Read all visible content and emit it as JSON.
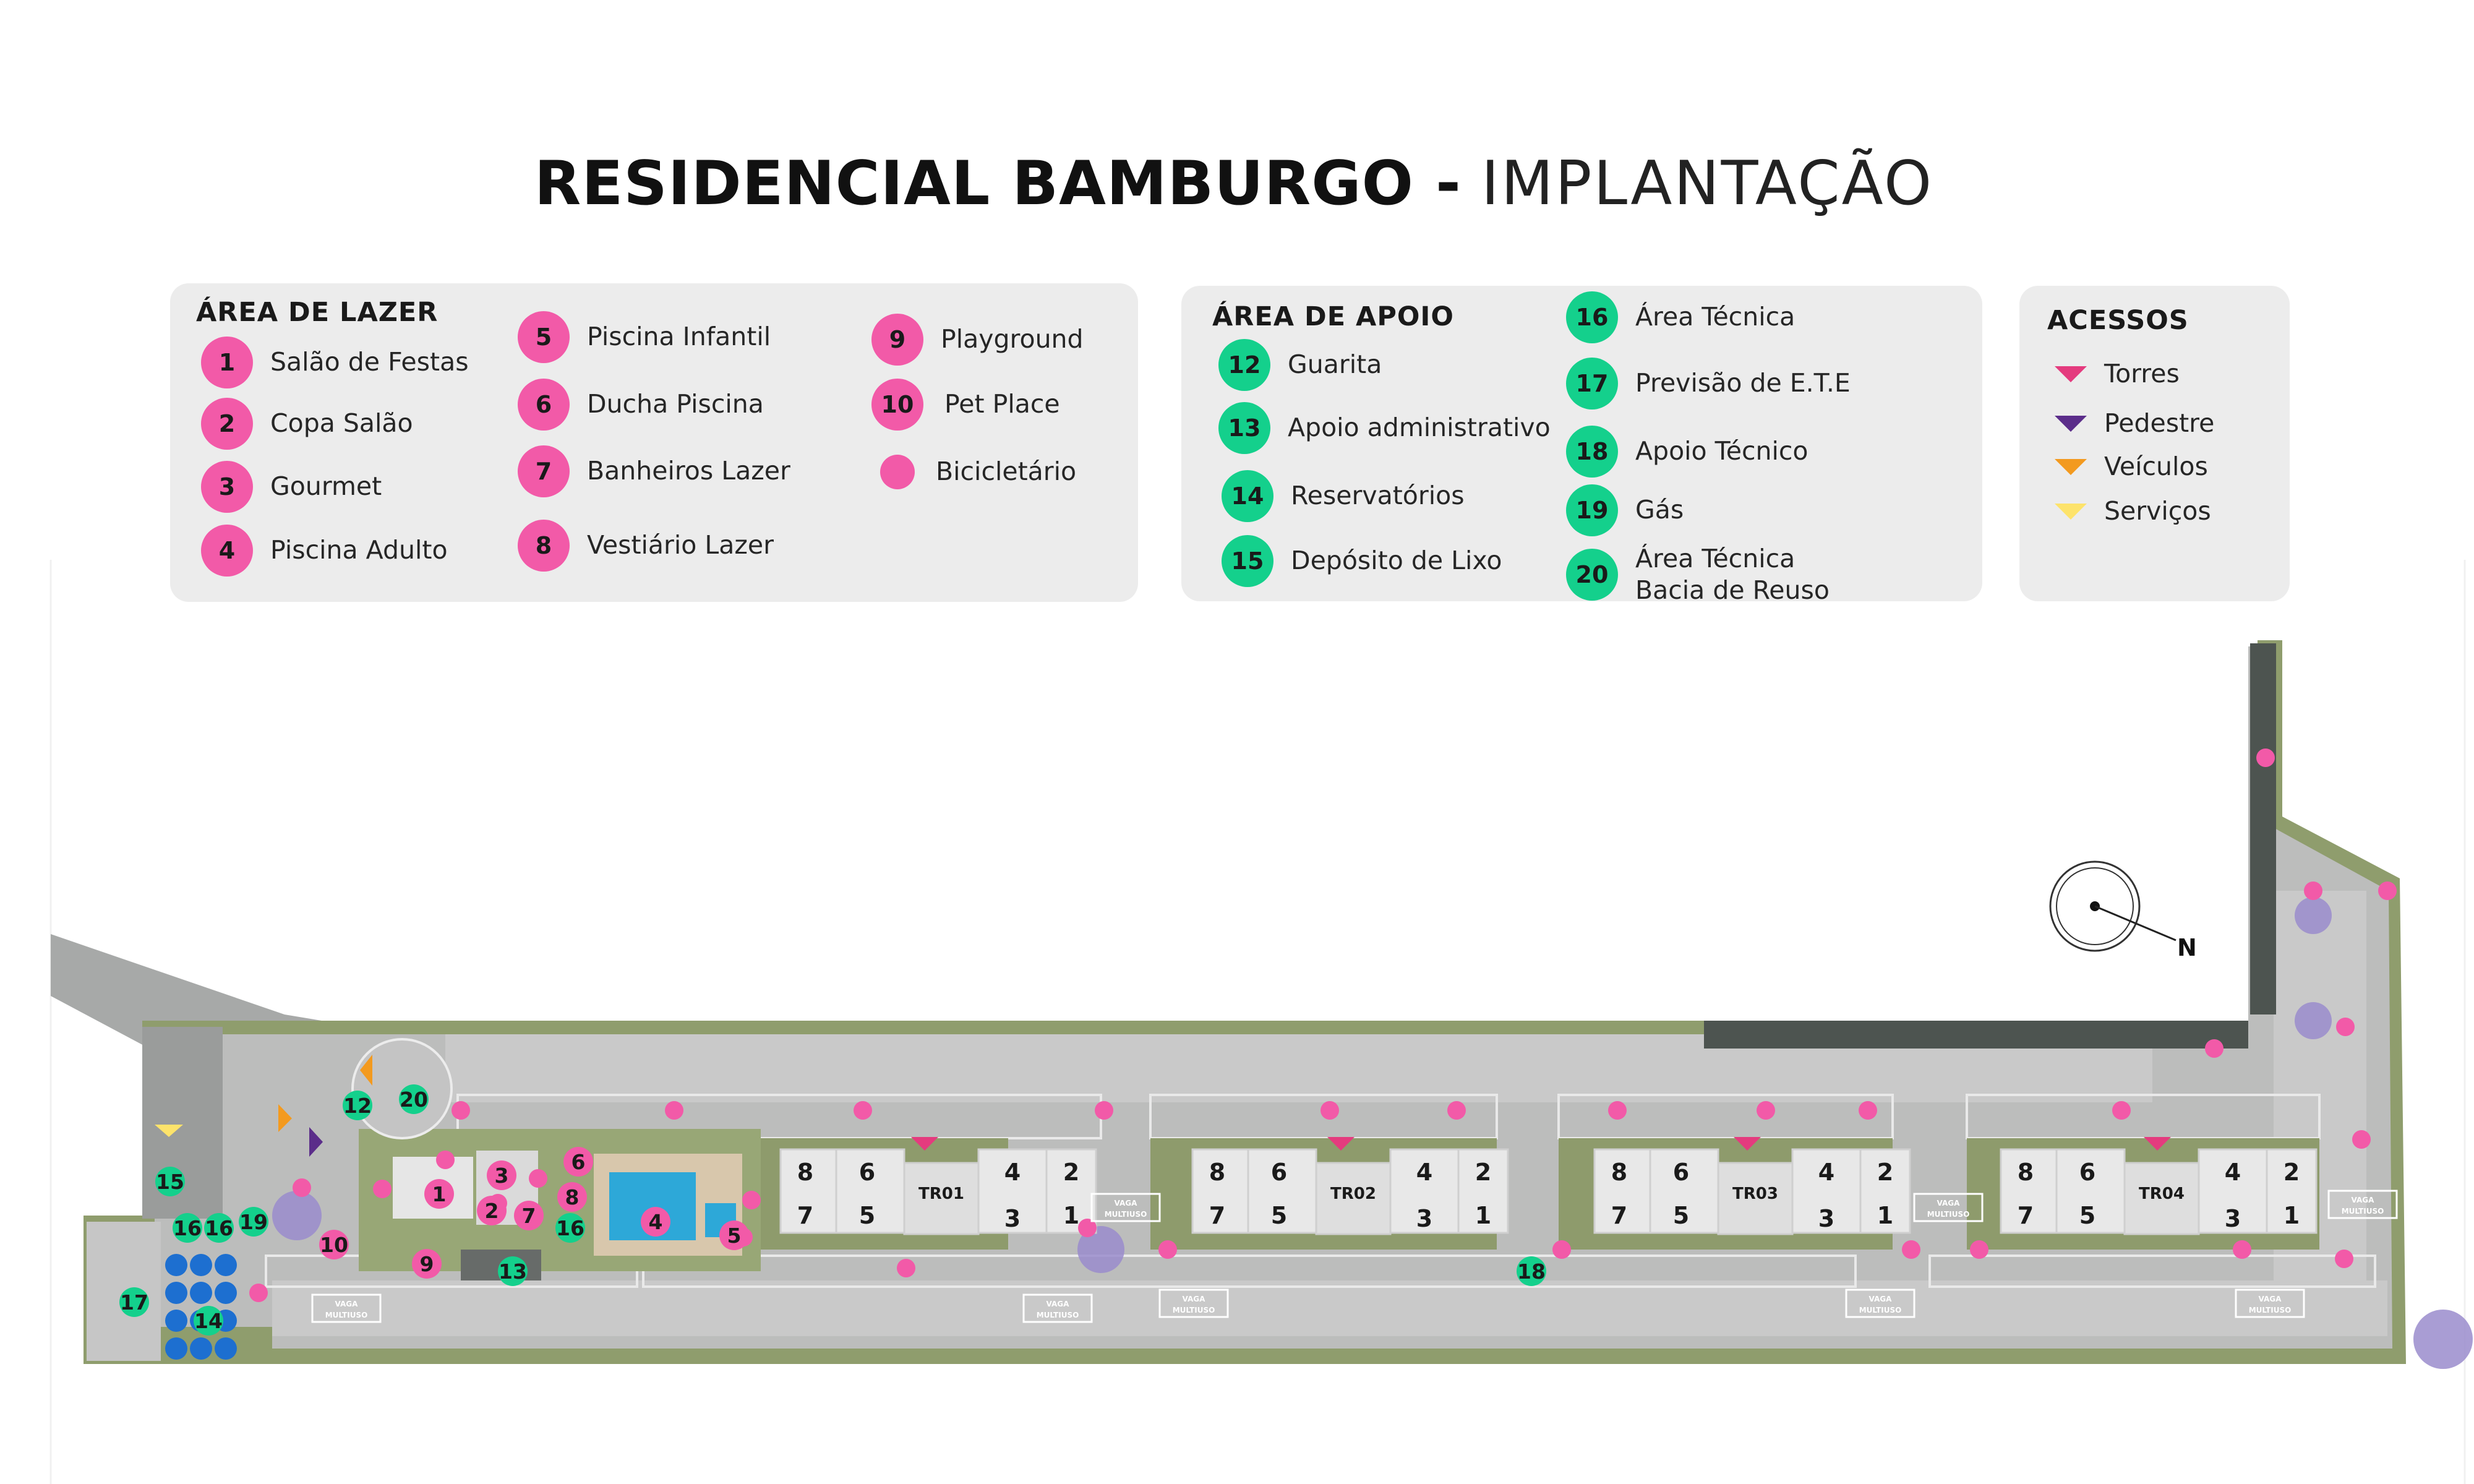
{
  "title": {
    "bold": "RESIDENCIAL BAMBURGO -",
    "light": "IMPLANTAÇÃO"
  },
  "lazer": {
    "title": "ÁREA DE LAZER",
    "items": [
      {
        "num": "1",
        "label": "Salão de Festas"
      },
      {
        "num": "2",
        "label": "Copa Salão"
      },
      {
        "num": "3",
        "label": "Gourmet"
      },
      {
        "num": "4",
        "label": "Piscina Adulto"
      },
      {
        "num": "5",
        "label": "Piscina Infantil"
      },
      {
        "num": "6",
        "label": "Ducha Piscina"
      },
      {
        "num": "7",
        "label": "Banheiros Lazer"
      },
      {
        "num": "8",
        "label": "Vestiário Lazer"
      },
      {
        "num": "9",
        "label": "Playground"
      },
      {
        "num": "10",
        "label": "Pet Place"
      },
      {
        "num": "",
        "label": "Bicicletário"
      }
    ]
  },
  "apoio": {
    "title": "ÁREA DE APOIO",
    "items": [
      {
        "num": "12",
        "label": "Guarita"
      },
      {
        "num": "13",
        "label": "Apoio administrativo"
      },
      {
        "num": "14",
        "label": "Reservatórios"
      },
      {
        "num": "15",
        "label": "Depósito de Lixo"
      },
      {
        "num": "16",
        "label": "Área Técnica"
      },
      {
        "num": "17",
        "label": "Previsão de E.T.E"
      },
      {
        "num": "18",
        "label": "Apoio Técnico"
      },
      {
        "num": "19",
        "label": "Gás"
      },
      {
        "num": "20",
        "label": "Área Técnica",
        "label2": "Bacia de Reuso"
      }
    ]
  },
  "acessos": {
    "title": "ACESSOS",
    "items": [
      {
        "label": "Torres",
        "color": "#e43b7e"
      },
      {
        "label": "Pedestre",
        "color": "#5b2d8a"
      },
      {
        "label": "Veículos",
        "color": "#f39a1f"
      },
      {
        "label": "Serviços",
        "color": "#fde36b"
      }
    ]
  },
  "colors": {
    "pink": "#f25aa8",
    "green": "#14d08c",
    "road": "#b8b8b8",
    "grass": "#8d9c6a",
    "building": "#e8e8e8"
  },
  "map": {
    "north_label": "N",
    "vaga_label": "VAGA",
    "multiuso_label": "MULTIUSO",
    "towers": [
      {
        "name": "TR01",
        "units": [
          "8",
          "6",
          "4",
          "2",
          "7",
          "5",
          "3",
          "1"
        ]
      },
      {
        "name": "TR02",
        "units": [
          "8",
          "6",
          "4",
          "2",
          "7",
          "5",
          "3",
          "1"
        ]
      },
      {
        "name": "TR03",
        "units": [
          "8",
          "6",
          "4",
          "2",
          "7",
          "5",
          "3",
          "1"
        ]
      },
      {
        "name": "TR04",
        "units": [
          "8",
          "6",
          "4",
          "2",
          "7",
          "5",
          "3",
          "1"
        ]
      }
    ],
    "markers": [
      {
        "n": "12",
        "c": "green"
      },
      {
        "n": "20",
        "c": "green"
      },
      {
        "n": "15",
        "c": "green"
      },
      {
        "n": "16",
        "c": "green"
      },
      {
        "n": "16",
        "c": "green"
      },
      {
        "n": "19",
        "c": "green"
      },
      {
        "n": "16",
        "c": "green"
      },
      {
        "n": "13",
        "c": "green"
      },
      {
        "n": "14",
        "c": "green"
      },
      {
        "n": "17",
        "c": "green"
      },
      {
        "n": "18",
        "c": "green"
      },
      {
        "n": "1",
        "c": "pink"
      },
      {
        "n": "2",
        "c": "pink"
      },
      {
        "n": "3",
        "c": "pink"
      },
      {
        "n": "7",
        "c": "pink"
      },
      {
        "n": "6",
        "c": "pink"
      },
      {
        "n": "8",
        "c": "pink"
      },
      {
        "n": "4",
        "c": "pink"
      },
      {
        "n": "5",
        "c": "pink"
      },
      {
        "n": "9",
        "c": "pink"
      },
      {
        "n": "10",
        "c": "pink"
      }
    ]
  }
}
